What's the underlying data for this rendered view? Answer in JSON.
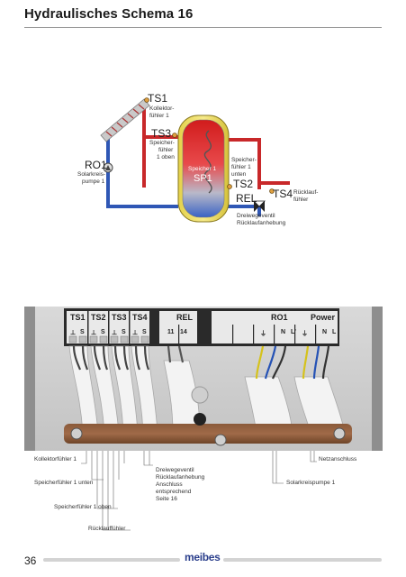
{
  "page": {
    "title": "Hydraulisches Schema 16",
    "page_number": "36",
    "brand": "meibes"
  },
  "schema": {
    "ts1": {
      "code": "TS1",
      "desc1": "Kollektor-",
      "desc2": "fühler 1"
    },
    "ts3": {
      "code": "TS3",
      "desc1": "Speicher-",
      "desc2": "fühler",
      "desc3": "1 oben"
    },
    "ro1": {
      "code": "RO1",
      "desc1": "Solarkreis-",
      "desc2": "pumpe 1"
    },
    "tank": {
      "name": "Speicher 1",
      "code": "SP1"
    },
    "ts2": {
      "code": "TS2",
      "desc1": "Speicher-",
      "desc2": "fühler 1",
      "desc3": "unten"
    },
    "ts4": {
      "code": "TS4",
      "desc1": "Rücklauf-",
      "desc2": "fühler"
    },
    "rel": {
      "code": "REL",
      "desc1": "Dreiwegeventil",
      "desc2": "Rücklaufanhebung"
    }
  },
  "terminal": {
    "groups": [
      "TS1",
      "TS2",
      "TS3",
      "TS4",
      "REL",
      "RO1",
      "Power"
    ],
    "sensor_pins": [
      "⊥",
      "S",
      "⊥",
      "S",
      "⊥",
      "S",
      "⊥",
      "S"
    ],
    "rel_pins": [
      "11",
      "14"
    ],
    "power_pins": [
      "⏚",
      "N",
      "L'",
      "⏚",
      "N",
      "L"
    ]
  },
  "callouts": {
    "kollektorfuehler": "Kollektorfühler 1",
    "speicher_unten": "Speicherfühler 1 unten",
    "speicher_oben": "Speicherfühler 1 oben",
    "ruecklauf": "Rücklauffühler",
    "dreiwege": [
      "Dreiwegeventil",
      "Rücklaufanhebung",
      "Anschluss",
      "entsprechend",
      "Seite 16"
    ],
    "netz": "Netzanschluss",
    "solarpumpe": "Solarkreispumpe 1"
  }
}
